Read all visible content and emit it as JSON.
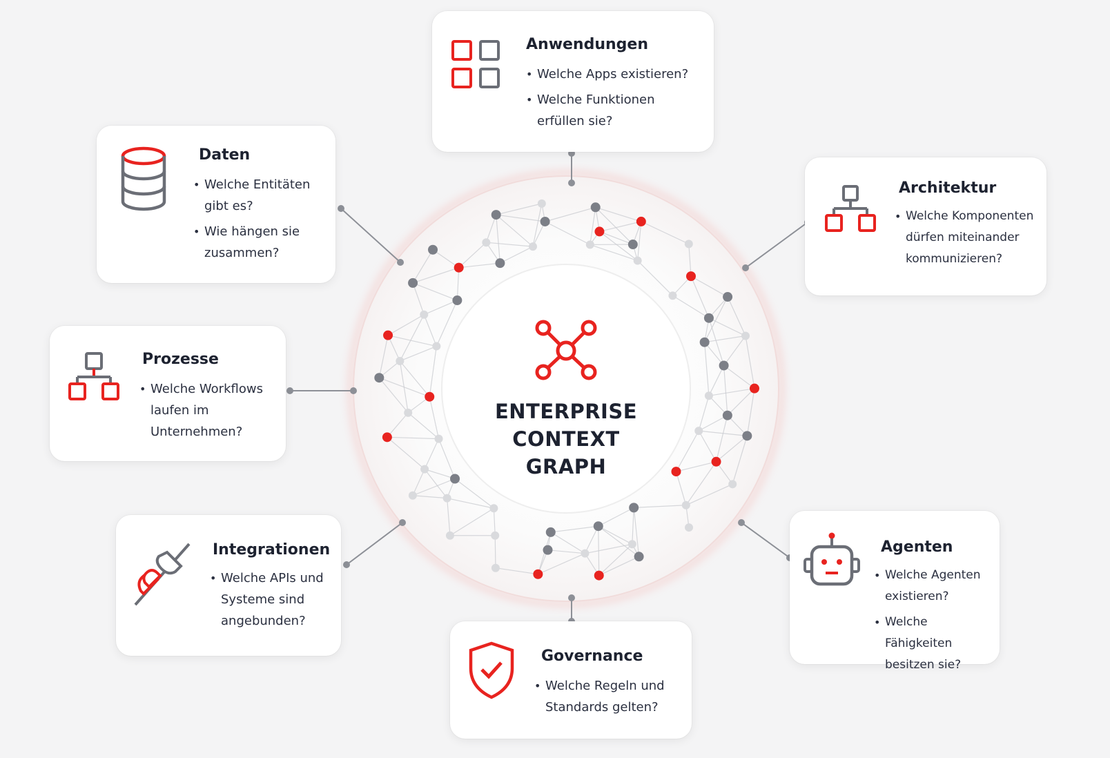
{
  "center": {
    "lines": [
      "ENTERPRISE",
      "CONTEXT",
      "GRAPH"
    ]
  },
  "colors": {
    "accent": "#e8231f",
    "gray": "#6b6e76",
    "text": "#1d2230",
    "background": "#f4f4f5"
  },
  "cards": {
    "anwendungen": {
      "title": "Anwendungen",
      "icon": "app-grid-icon",
      "bullets": [
        "Welche Apps existieren?",
        "Welche Funktionen erfüllen sie?"
      ]
    },
    "daten": {
      "title": "Daten",
      "icon": "database-icon",
      "bullets": [
        "Welche Entitäten gibt es?",
        "Wie hängen sie zusammen?"
      ]
    },
    "architektur": {
      "title": "Architektur",
      "icon": "hierarchy-icon",
      "bullets": [
        "Welche Komponenten dürfen miteinander kommunizieren?"
      ]
    },
    "prozesse": {
      "title": "Prozesse",
      "icon": "workflow-icon",
      "bullets": [
        "Welche Workflows laufen im Unternehmen?"
      ]
    },
    "integrationen": {
      "title": "Integrationen",
      "icon": "plug-icon",
      "bullets": [
        "Welche APIs und Systeme sind angebunden?"
      ]
    },
    "agenten": {
      "title": "Agenten",
      "icon": "robot-icon",
      "bullets": [
        "Welche Agenten existieren?",
        "Welche Fähigkeiten besitzen sie?"
      ]
    },
    "governance": {
      "title": "Governance",
      "icon": "shield-check-icon",
      "bullets": [
        "Welche Regeln und Standards gelten?"
      ]
    }
  }
}
